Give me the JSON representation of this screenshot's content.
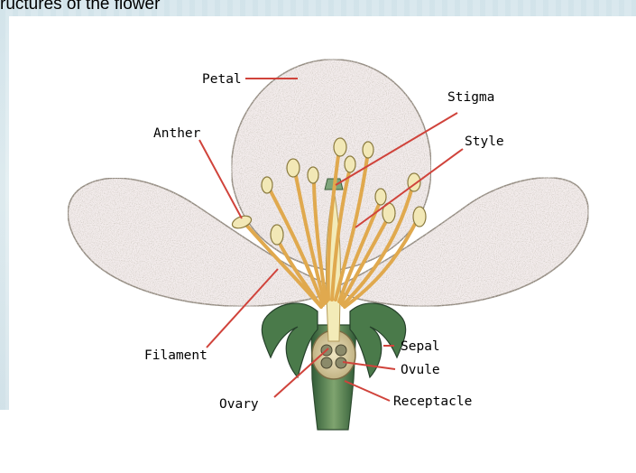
{
  "title": "ructures of the flower",
  "labels": {
    "petal": "Petal",
    "stigma": "Stigma",
    "anther": "Anther",
    "style": "Style",
    "filament": "Filament",
    "sepal": "Sepal",
    "ovule": "Ovule",
    "ovary": "Ovary",
    "receptacle": "Receptacle"
  },
  "colors": {
    "petal": "#f3ecec",
    "petal_speckle": "#b3a899",
    "stamen": "#e7b45a",
    "anther": "#f2e8b6",
    "sepal": "#3f6b43",
    "stem": "#4f7f4d",
    "ovary": "#d9cfa4",
    "leader_line": "#d0433b"
  }
}
